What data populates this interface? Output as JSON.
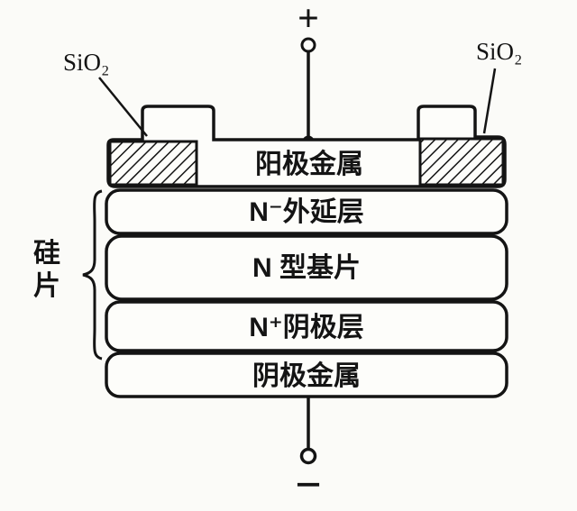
{
  "diagram_title": "silicon-wafer-diode-structure",
  "terminals": {
    "positive": "+",
    "negative": "−"
  },
  "annotations": {
    "sio2_left": "SiO₂",
    "sio2_right": "SiO₂",
    "silicon_wafer_char1": "硅",
    "silicon_wafer_char2": "片"
  },
  "layers": {
    "anode_metal": "阳极金属",
    "n_minus_epi": "N⁻外延层",
    "n_substrate": "N 型基片",
    "n_plus_cathode": "N⁺阴极层",
    "cathode_metal": "阴极金属"
  },
  "colors": {
    "ink": "#141414",
    "paper": "#fbfbf8"
  }
}
